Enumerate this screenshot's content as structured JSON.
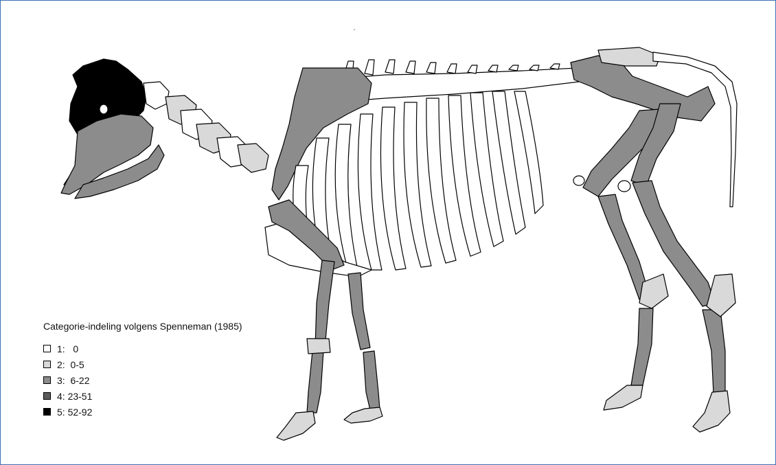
{
  "legend": {
    "title": "Categorie-indeling volgens Spenneman (1985)",
    "items": [
      {
        "label": "1:   0",
        "color": "#ffffff"
      },
      {
        "label": "2:  0-5",
        "color": "#d9d9d9"
      },
      {
        "label": "3:  6-22",
        "color": "#8c8c8c"
      },
      {
        "label": "4: 23-51",
        "color": "#5a5a5a"
      },
      {
        "label": "5: 52-92",
        "color": "#000000"
      }
    ]
  }
}
